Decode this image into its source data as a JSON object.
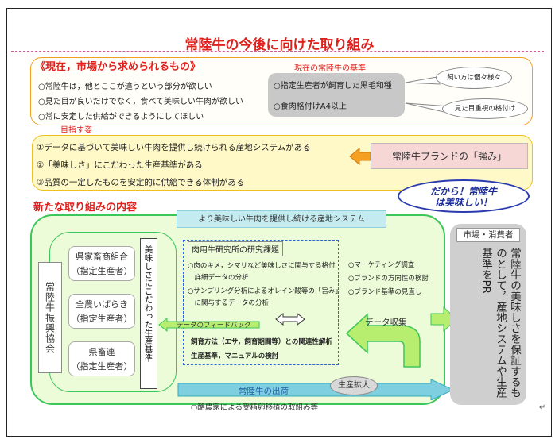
{
  "title": "常陸牛の今後に向けた取り組み",
  "section1": {
    "heading": "《現在，市場から求められるもの》",
    "requests": [
      "○常陸牛は，他とここが違うという部分が欲しい",
      "○見た目が良いだけでなく，食べて美味しい牛肉が欲しい",
      "○常に安定した供給ができるようにしてほしい"
    ],
    "standard_label": "現在の常陸牛の基準",
    "standards": [
      "○指定生産者が飼育した黒毛和種",
      "○食肉格付けA4以上"
    ],
    "bubble_top": "飼い方は個々様々",
    "bubble_bottom": "見た目重視の格付け"
  },
  "goals": {
    "label": "目指す姿",
    "items": [
      "①データに基づいて美味しい牛肉を提供し続けられる産地システムがある",
      "②「美味しさ」にこだわった生産基準がある",
      "③品質の一定したものを安定的に供給できる体制がある"
    ],
    "strength": "常陸牛ブランドの「強み」",
    "callout_line1": "だから！常陸牛",
    "callout_line2": "は美味しい！"
  },
  "new_efforts": {
    "heading": "新たな取り組みの内容",
    "banner": "より美味しい牛肉を提供し続ける産地システム",
    "association": "常陸牛振興協会",
    "orgs": [
      {
        "name": "県家畜商組合",
        "sub": "（指定生産者）"
      },
      {
        "name": "全農いばらき",
        "sub": "（指定生産者）"
      },
      {
        "name": "県畜連",
        "sub": "（指定生産者）"
      }
    ],
    "umami_standard": "美味しさにこだわった生産基準",
    "research_title": "肉用牛研究所の研究課題",
    "research_items": [
      "○肉のキメ，シマリなど美味しさに関与する格付",
      "　詳細データの分析",
      "○サンプリング分析によるオレイン酸等の「旨み」",
      "　に関与するデータの分析"
    ],
    "research_bold": [
      "飼育方法（エサ，飼育期間等）との関連性解析",
      "生産基準，マニュアルの検討"
    ],
    "marketing": [
      "○マーケティング調査",
      "○ブランドの方向性の検討",
      "○ブランド基準の見直し"
    ],
    "data_collection": "データ収集",
    "feedback": "データのフィードバック",
    "shipping": "常陸牛の出荷",
    "expansion": "生産拡大",
    "footer": "○酪農家による受精卵移植の取組み等",
    "market_head": "市場・消費者",
    "market_text": "常陸牛の美味しさを保証するものとして，産地システムや生産基準をPR"
  },
  "colors": {
    "title": "#e0201c",
    "green_border": "#3cc75a",
    "goal_bg": "#fff9c8",
    "callout_border": "#2a3bb0"
  },
  "end_mark": "↵"
}
